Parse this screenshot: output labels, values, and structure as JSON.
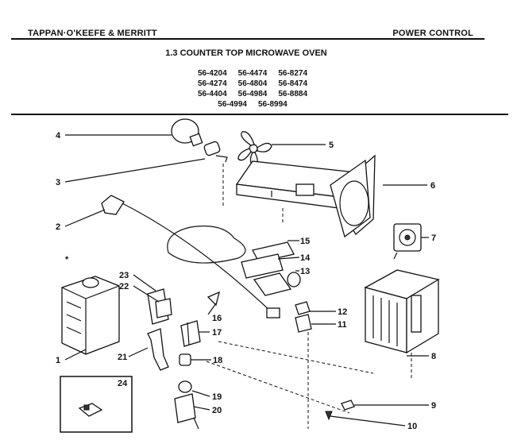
{
  "header": {
    "brand": "TAPPAN·O'KEEFE & MERRITT",
    "section": "POWER CONTROL",
    "title": "1.3 COUNTER TOP MICROWAVE OVEN"
  },
  "models": [
    [
      "56-4204",
      "56-4474",
      "56-8274"
    ],
    [
      "56-4274",
      "56-4804",
      "56-8474"
    ],
    [
      "56-4404",
      "56-4984",
      "56-8884"
    ],
    [
      "56-4994",
      "56-8994"
    ]
  ],
  "callouts": {
    "c1": "1",
    "c2": "2",
    "c3": "3",
    "c4": "4",
    "c5": "5",
    "c6": "6",
    "c7": "7",
    "c8": "8",
    "c9": "9",
    "c10": "10",
    "c11": "11",
    "c12": "12",
    "c13": "13",
    "c14": "14",
    "c15": "15",
    "c16": "16",
    "c17": "17",
    "c18": "18",
    "c19": "19",
    "c20": "20",
    "c21": "21",
    "c22": "22",
    "c23": "23",
    "c24": "24"
  }
}
